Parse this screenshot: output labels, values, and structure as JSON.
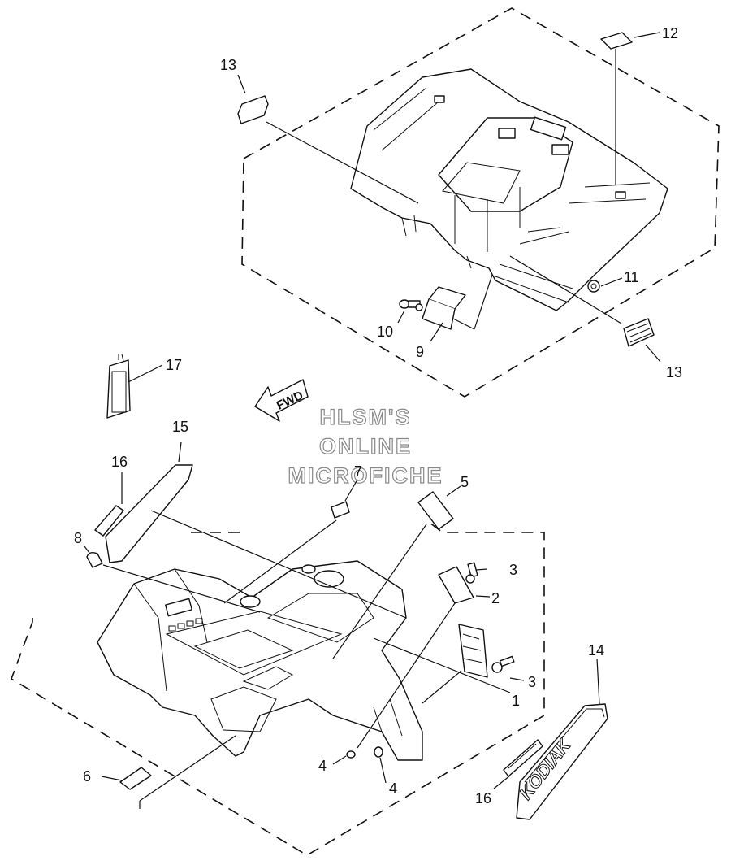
{
  "callouts": {
    "c1": "1",
    "c2": "2",
    "c3a": "3",
    "c3b": "3",
    "c4a": "4",
    "c4b": "4",
    "c5": "5",
    "c6": "6",
    "c7": "7",
    "c8": "8",
    "c9": "9",
    "c10": "10",
    "c11": "11",
    "c12": "12",
    "c13a": "13",
    "c13b": "13",
    "c14": "14",
    "c15": "15",
    "c16a": "16",
    "c16b": "16",
    "c17": "17"
  },
  "direction_arrow": {
    "label": "FWD"
  },
  "watermark": {
    "line1": "HLSM'S",
    "line2": "ONLINE",
    "line3": "MICROFICHE"
  },
  "decal_14": {
    "text": "KODIAK"
  }
}
